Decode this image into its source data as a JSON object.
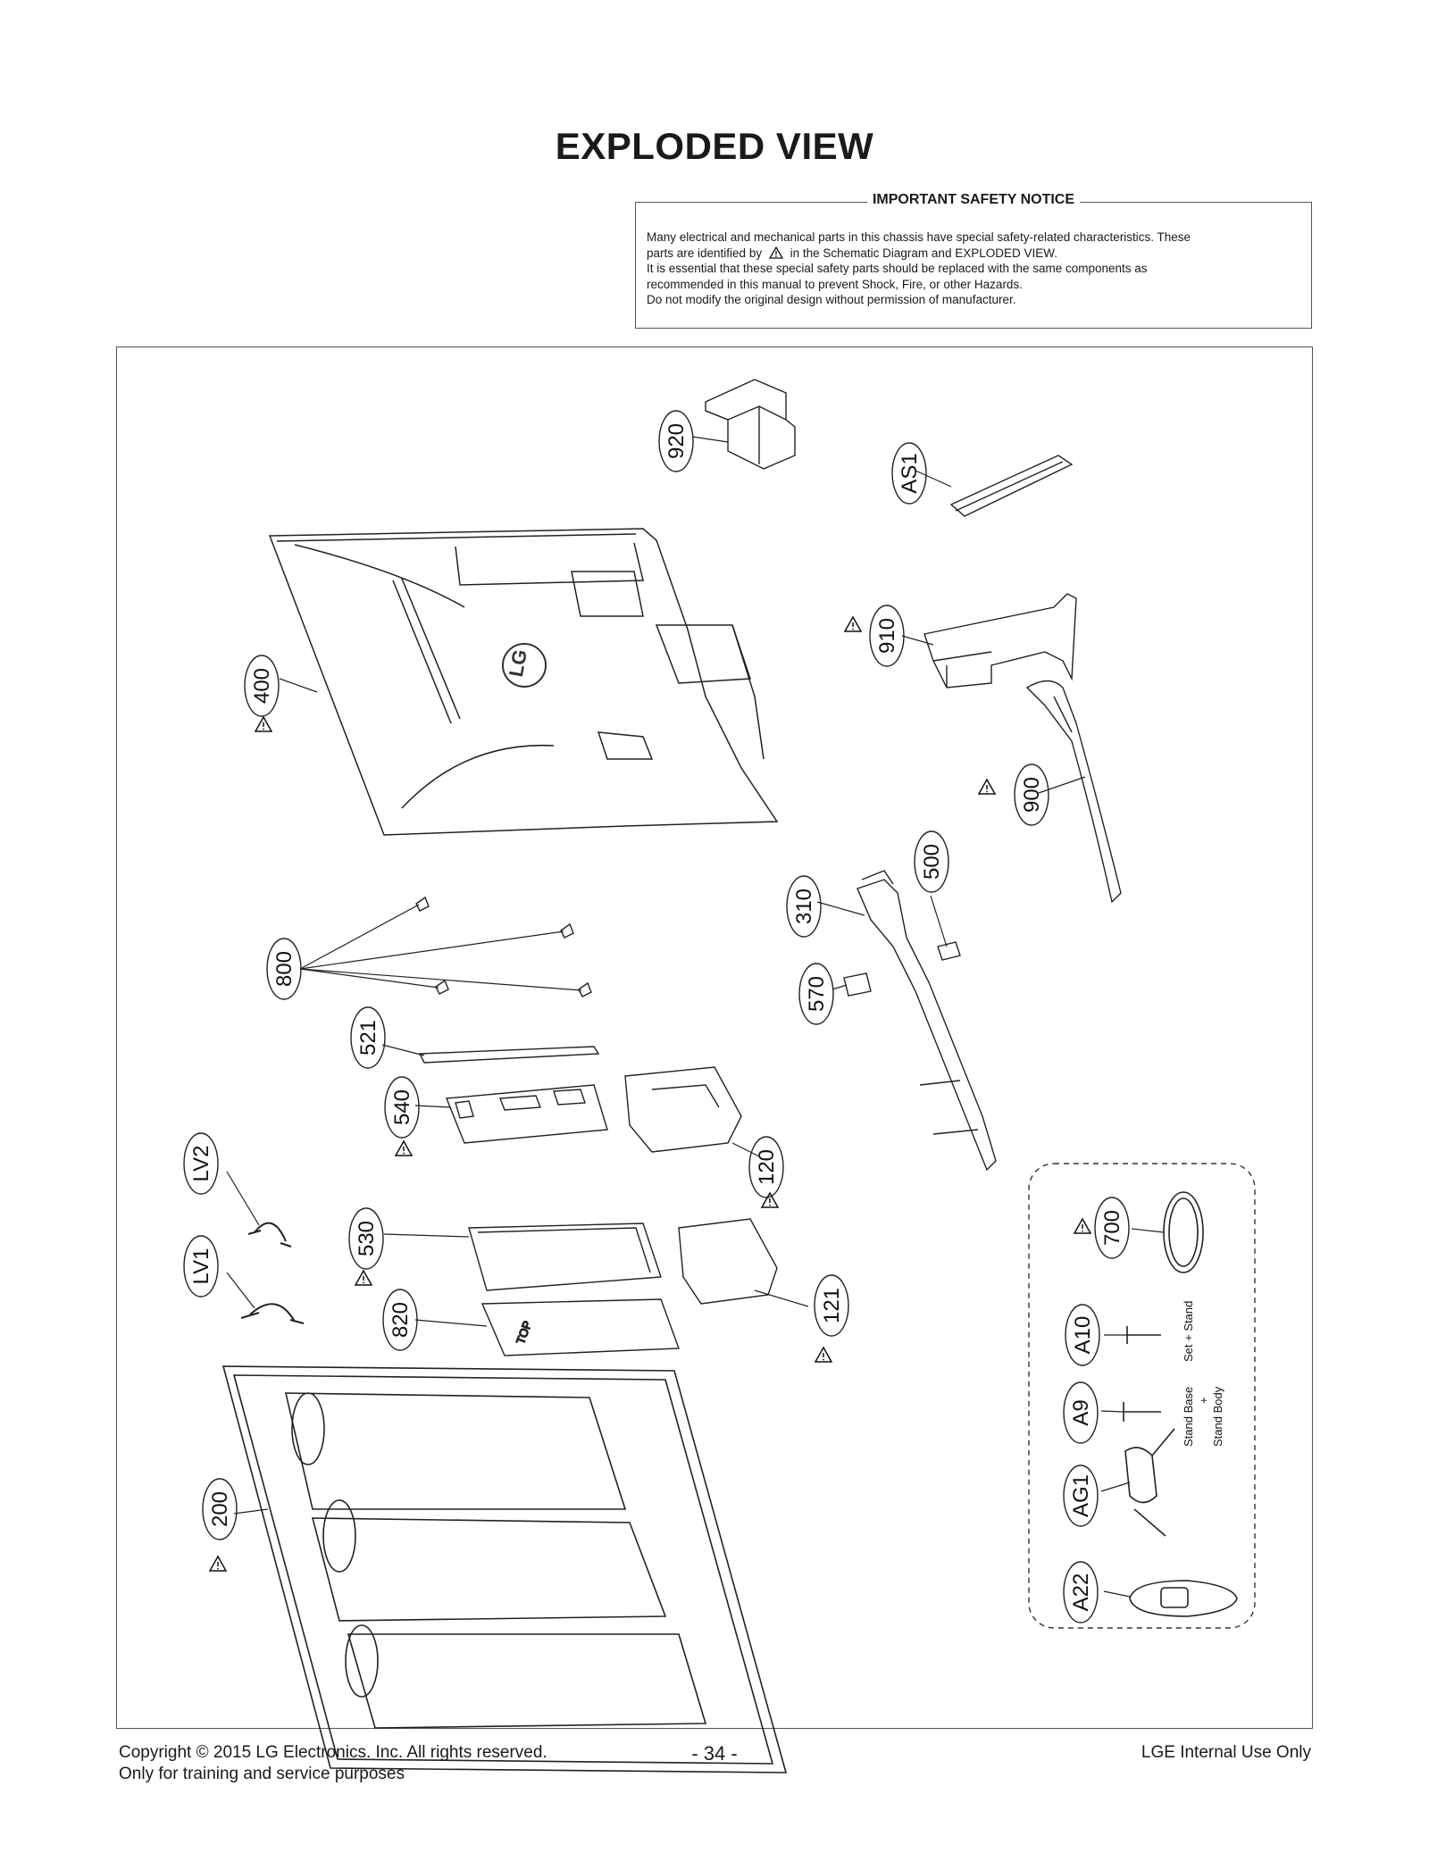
{
  "title": "EXPLODED VIEW",
  "notice": {
    "heading": "IMPORTANT SAFETY NOTICE",
    "line1": "Many electrical and mechanical parts in this chassis have special safety-related characteristics. These",
    "line2a": "parts are identified by",
    "line2b": "in the Schematic Diagram and EXPLODED VIEW.",
    "line3": "It is essential that these special safety parts should be replaced with the same components as",
    "line4": "recommended in this manual to prevent Shock, Fire, or other Hazards.",
    "line5": "Do not modify the original design without permission of manufacturer."
  },
  "parts": {
    "p920": "920",
    "pAS1": "AS1",
    "p400": "400",
    "p910": "910",
    "p900": "900",
    "p500": "500",
    "p310": "310",
    "p570": "570",
    "p800": "800",
    "p521": "521",
    "p540": "540",
    "p120": "120",
    "pLV2": "LV2",
    "pLV1": "LV1",
    "p530": "530",
    "p121": "121",
    "p820": "820",
    "p700": "700",
    "pA10": "A10",
    "pA9": "A9",
    "pAG1": "AG1",
    "pA22": "A22",
    "p200": "200"
  },
  "labels": {
    "logo": "LG",
    "set_stand": "Set + Stand",
    "stand_base": "Stand Base",
    "plus": "+",
    "stand_body": "Stand Body",
    "top_arrow": "TOP"
  },
  "footer": {
    "copyright": "Copyright  © 2015 LG Electronics. Inc. All rights reserved.",
    "training": "Only for training and service purposes",
    "page": "- 34 -",
    "internal": "LGE Internal Use Only"
  }
}
